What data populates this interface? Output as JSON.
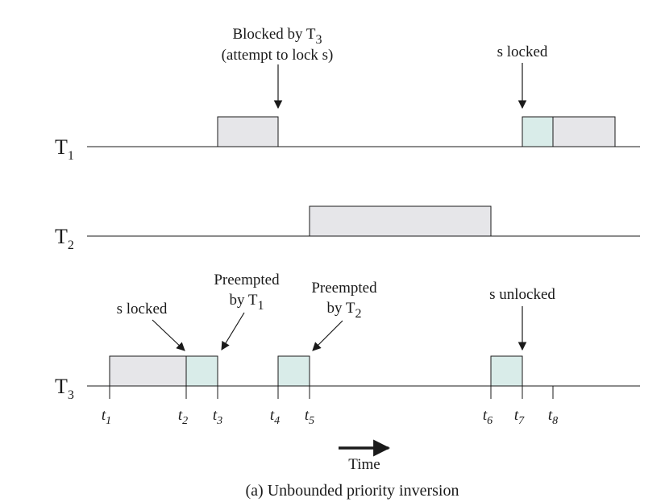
{
  "colors": {
    "gray_block": "#e6e6e9",
    "teal_block": "#d9ece9",
    "line": "#1a1a1a"
  },
  "rows": [
    {
      "id": "T1",
      "label": "T",
      "sub": "1"
    },
    {
      "id": "T2",
      "label": "T",
      "sub": "2"
    },
    {
      "id": "T3",
      "label": "T",
      "sub": "3"
    }
  ],
  "ticks": [
    {
      "id": "t1",
      "main": "t",
      "sub": "1"
    },
    {
      "id": "t2",
      "main": "t",
      "sub": "2"
    },
    {
      "id": "t3",
      "main": "t",
      "sub": "3"
    },
    {
      "id": "t4",
      "main": "t",
      "sub": "4"
    },
    {
      "id": "t5",
      "main": "t",
      "sub": "5"
    },
    {
      "id": "t6",
      "main": "t",
      "sub": "6"
    },
    {
      "id": "t7",
      "main": "t",
      "sub": "7"
    },
    {
      "id": "t8",
      "main": "t",
      "sub": "8"
    }
  ],
  "blocks": [
    {
      "row": "T1",
      "from": "t3",
      "to": "t4",
      "kind": "gray"
    },
    {
      "row": "T1",
      "from": "t7",
      "to": "t8",
      "kind": "teal"
    },
    {
      "row": "T1",
      "from": "t8",
      "to": "end",
      "kind": "gray"
    },
    {
      "row": "T2",
      "from": "t5",
      "to": "t6",
      "kind": "gray"
    },
    {
      "row": "T3",
      "from": "t1",
      "to": "t2",
      "kind": "gray"
    },
    {
      "row": "T3",
      "from": "t2",
      "to": "t3",
      "kind": "teal"
    },
    {
      "row": "T3",
      "from": "t4",
      "to": "t5",
      "kind": "teal"
    },
    {
      "row": "T3",
      "from": "t6",
      "to": "t7",
      "kind": "teal"
    }
  ],
  "annotations": {
    "blocked": {
      "line1": "Blocked by T",
      "line1_sub": "3",
      "line2": "(attempt to lock s)"
    },
    "s_locked_t1": {
      "text": "s locked"
    },
    "s_locked_t3": {
      "text": "s locked"
    },
    "preempted_t1": {
      "line1": "Preempted",
      "line2": "by T",
      "line2_sub": "1"
    },
    "preempted_t2": {
      "line1": "Preempted",
      "line2": "by T",
      "line2_sub": "2"
    },
    "s_unlocked": {
      "text": "s unlocked"
    }
  },
  "time_label": "Time",
  "caption": "(a) Unbounded priority inversion"
}
